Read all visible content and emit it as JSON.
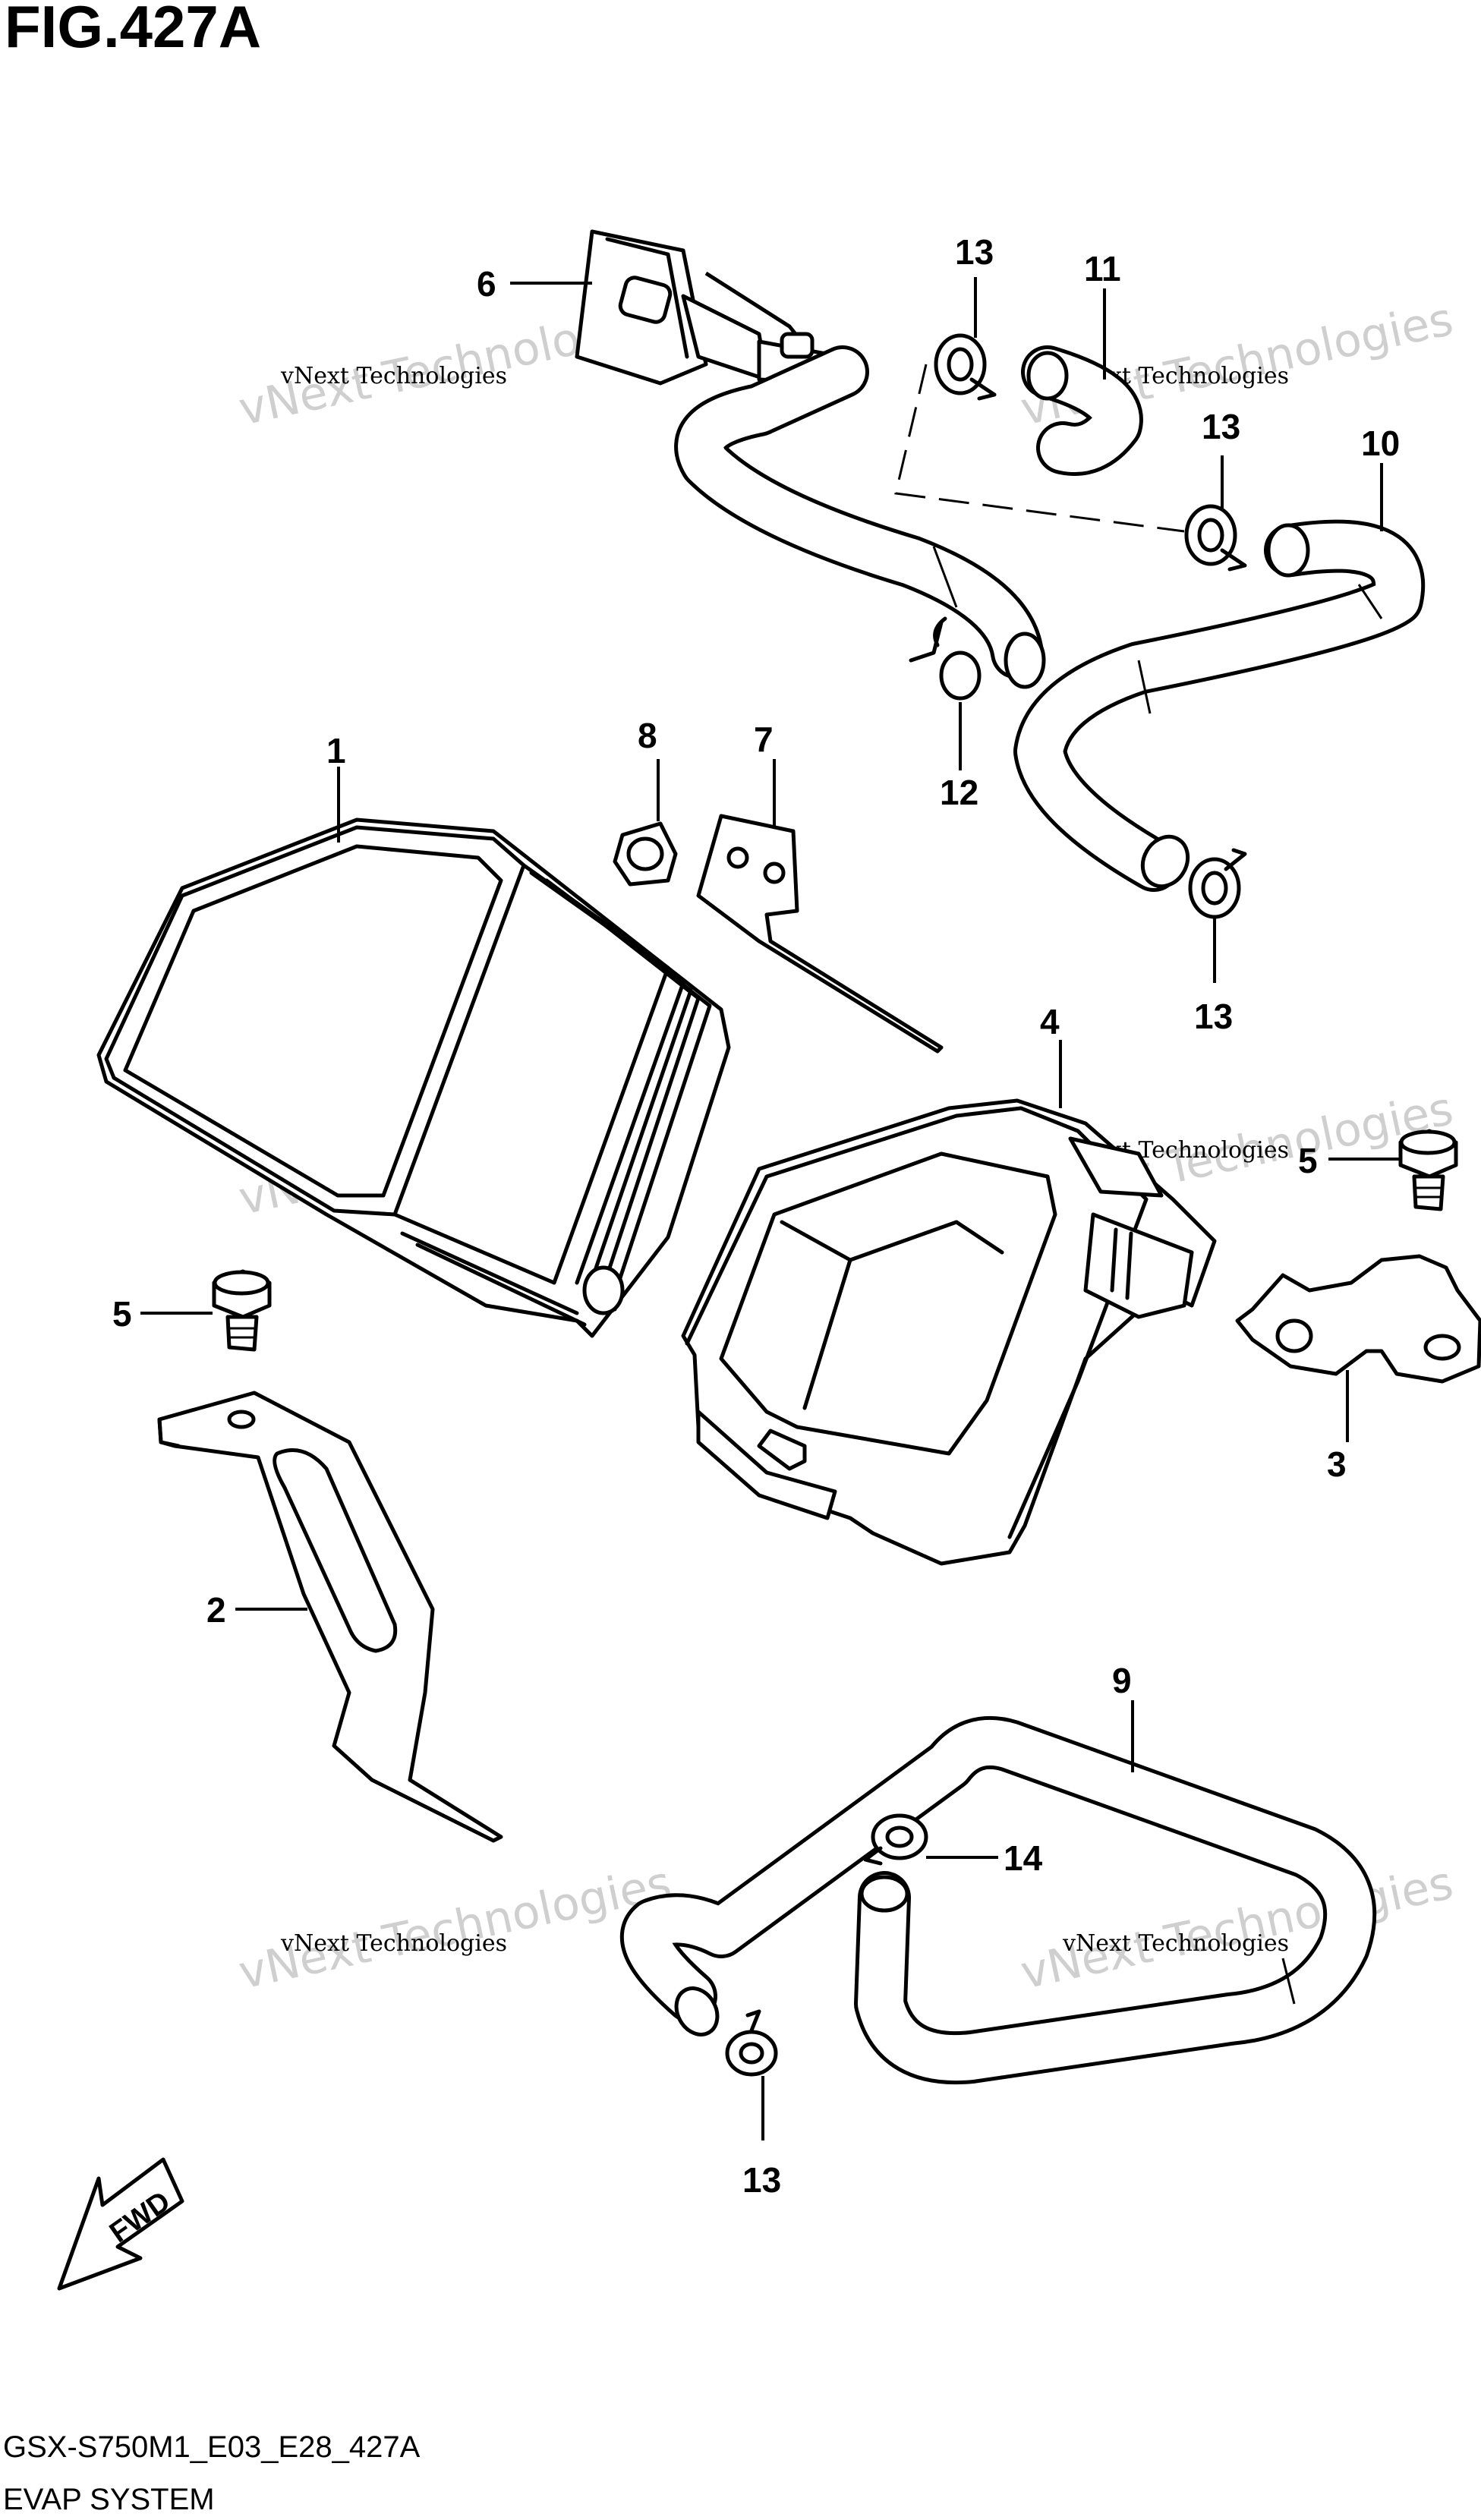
{
  "figure": {
    "title": "FIG.427A",
    "code": "GSX-S750M1_E03_E28_427A",
    "name": "EVAP SYSTEM"
  },
  "watermark": {
    "line1": "vNext Technologies",
    "big": "vNext Technologies"
  },
  "fwd_label": "FWD",
  "callouts": {
    "c1": "1",
    "c2": "2",
    "c3": "3",
    "c4": "4",
    "c5a": "5",
    "c5b": "5",
    "c6": "6",
    "c7": "7",
    "c8": "8",
    "c9": "9",
    "c10": "10",
    "c11": "11",
    "c12": "12",
    "c13a": "13",
    "c13b": "13",
    "c13c": "13",
    "c13d": "13",
    "c14": "14"
  }
}
